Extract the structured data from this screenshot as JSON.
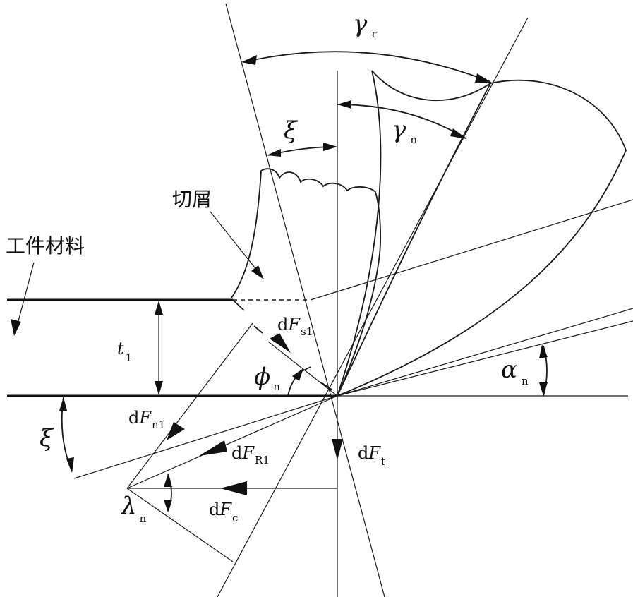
{
  "labels": {
    "gamma_r": {
      "main": "γ",
      "sub": "r"
    },
    "gamma_n": {
      "main": "γ",
      "sub": "n"
    },
    "xi_top": {
      "main": "ξ"
    },
    "xi_left": {
      "main": "ξ"
    },
    "chip": "切屑",
    "workpiece": "工件材料",
    "dFs1": {
      "pre": "d",
      "main": "F",
      "sub": "s1"
    },
    "t1": {
      "main": "t",
      "sub": "1"
    },
    "phi_n": {
      "main": "ϕ",
      "sub": "n"
    },
    "alpha_n": {
      "main": "α",
      "sub": "n"
    },
    "dFn1": {
      "pre": "d",
      "main": "F",
      "sub": "n1"
    },
    "dFR1": {
      "pre": "d",
      "main": "F",
      "sub": "R1"
    },
    "dFt": {
      "pre": "d",
      "main": "F",
      "sub": "t"
    },
    "dFc": {
      "pre": "d",
      "main": "F",
      "sub": "c"
    },
    "lambda_n": {
      "main": "λ",
      "sub": "n"
    }
  }
}
